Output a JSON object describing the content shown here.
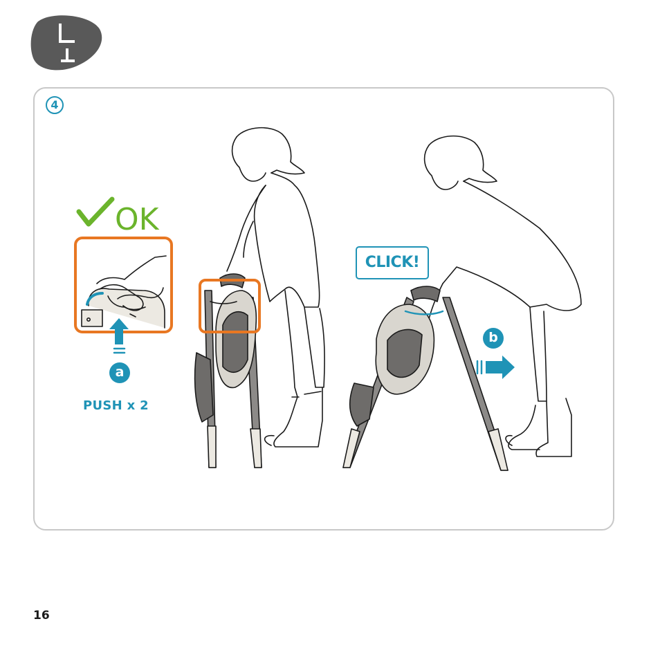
{
  "step": {
    "number": "4"
  },
  "ok": {
    "label": "OK"
  },
  "click": {
    "label": "CLICK!"
  },
  "markers": {
    "a": "a",
    "b": "b"
  },
  "push": {
    "label": "PUSH x 2"
  },
  "page": {
    "number": "16"
  },
  "colors": {
    "accent_blue": "#1f93b6",
    "highlight_orange": "#e87722",
    "ok_green": "#6bb42c",
    "logo_gray": "#595959",
    "frame_gray": "#c8c8c8"
  },
  "icons": [
    "assembly-step-icon",
    "checkmark-icon",
    "push-arrow-icon",
    "slide-arrow-icon"
  ]
}
